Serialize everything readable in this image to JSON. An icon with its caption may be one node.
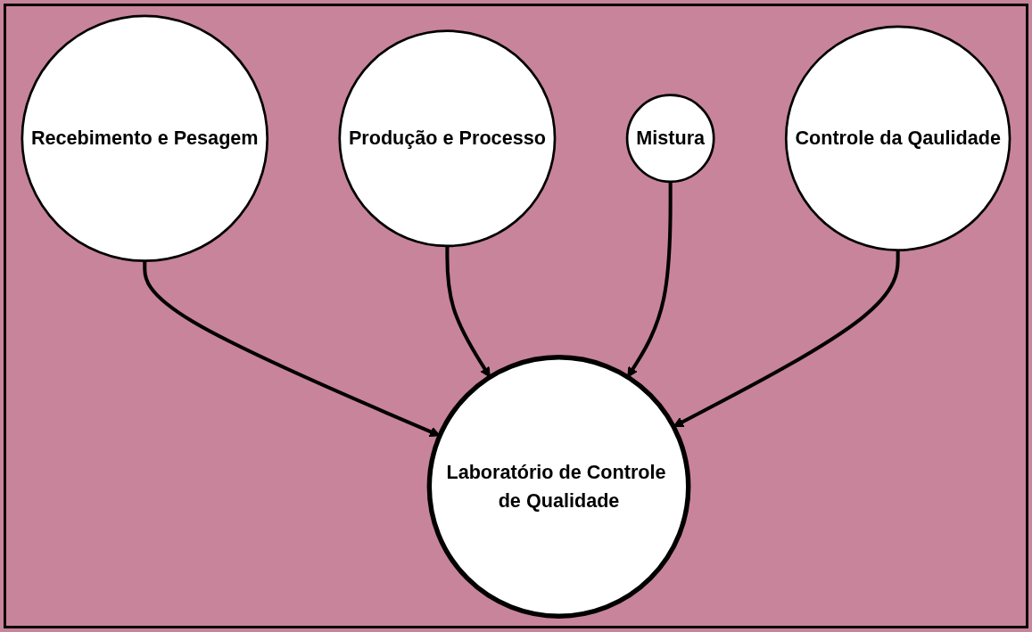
{
  "diagram": {
    "nodes": [
      {
        "text": [
          "Recebimento e Pesagem"
        ]
      },
      {
        "text": [
          "Produção e Processo"
        ]
      },
      {
        "text": [
          "Laboratório de Controle de Qualidade"
        ]
      },
      {
        "text": [
          "Mistura"
        ]
      },
      {
        "text": [
          "Controle da Qaulidade"
        ]
      }
    ],
    "edges": [
      {
        "from": 0,
        "to": 2,
        "arrow": "to"
      },
      {
        "from": 1,
        "to": 2,
        "arrow": "to"
      },
      {
        "from": 3,
        "to": 2,
        "arrow": "to"
      },
      {
        "from": 4,
        "to": 2,
        "arrow": "to"
      }
    ]
  }
}
